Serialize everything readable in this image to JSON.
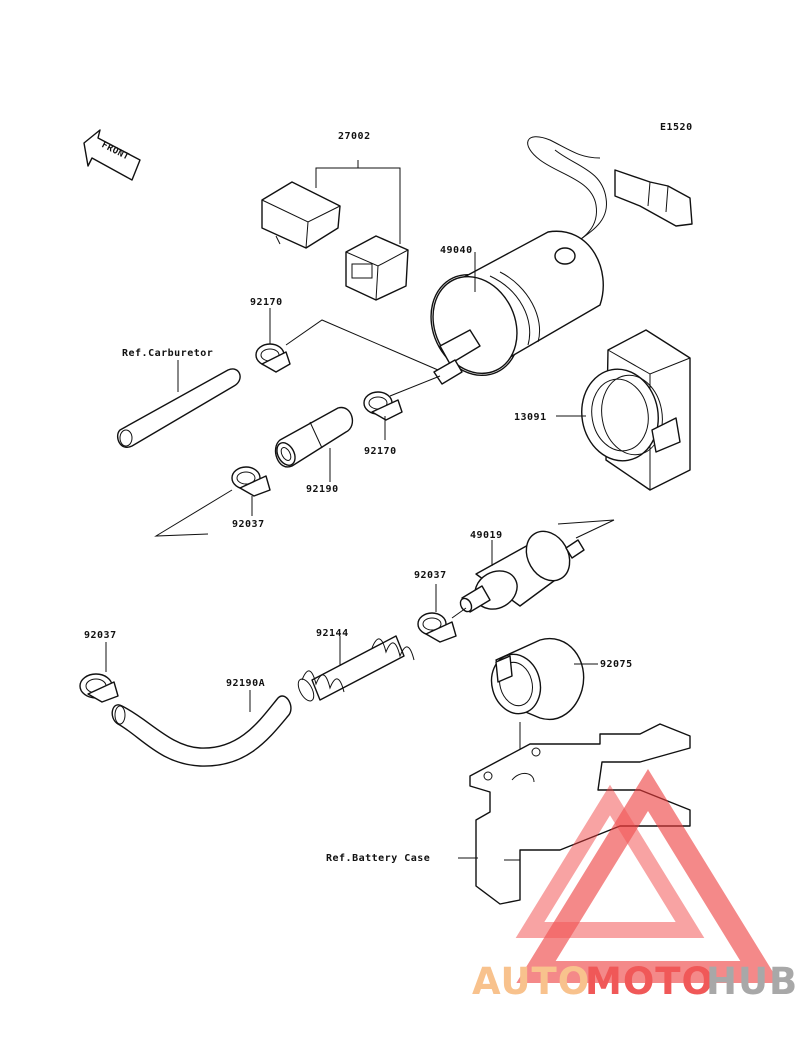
{
  "diagram_code": "E1520",
  "front_label": "FRONT",
  "callouts": {
    "harness": "27002",
    "fuel_pump": "49040",
    "clamp_upper_a": "92170",
    "clamp_upper_b": "92170",
    "ref_carburetor": "Ref.Carburetor",
    "pump_bracket": "13091",
    "hose_short": "92190",
    "clamp_mid": "92037",
    "fuel_filter": "49019",
    "clamp_filter": "92037",
    "clamp_left": "92037",
    "spring": "92144",
    "hose_long": "92190A",
    "filter_band": "92075",
    "ref_battery_case": "Ref.Battery Case"
  },
  "watermark": {
    "brand_part1": "AUTO",
    "brand_part2": "MOTO",
    "brand_part3": "HUB",
    "color_light": "#f7b87a",
    "color_red": "#ee3b3b",
    "color_gray": "#9a9a9a"
  }
}
